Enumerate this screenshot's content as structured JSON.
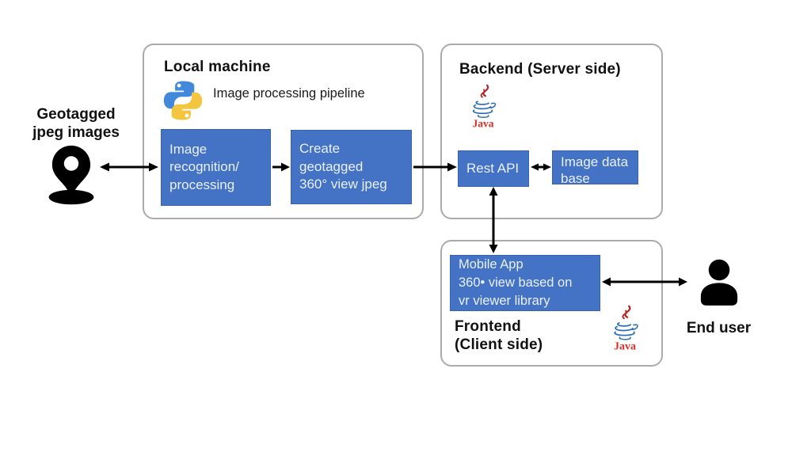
{
  "colors": {
    "node_fill": "#4472C4",
    "node_text": "#EAF1FB",
    "container_border": "#ABABAB",
    "arrow": "#000000",
    "python_blue": "#4289DB",
    "python_yellow": "#F4C63F",
    "java_red": "#B3282D",
    "java_wordmark_red": "#D63229",
    "java_blue": "#2E6FB7"
  },
  "source": {
    "label": "Geotagged\njpeg images"
  },
  "local_machine": {
    "title": "Local machine",
    "subtitle": "Image processing pipeline",
    "nodes": [
      {
        "label": "Image\nrecognition/\nprocessing"
      },
      {
        "label": "Create geotagged\n360° view jpeg"
      }
    ]
  },
  "backend": {
    "title": "Backend (Server side)",
    "java_wordmark": "Java",
    "nodes": [
      {
        "label": "Rest API"
      },
      {
        "label": "Image data\nbase"
      }
    ]
  },
  "frontend": {
    "title": "Frontend\n(Client side)",
    "java_wordmark": "Java",
    "nodes": [
      {
        "label": "Mobile App\n360• view based on\nvr viewer library"
      }
    ]
  },
  "end_user": {
    "label": "End user"
  }
}
